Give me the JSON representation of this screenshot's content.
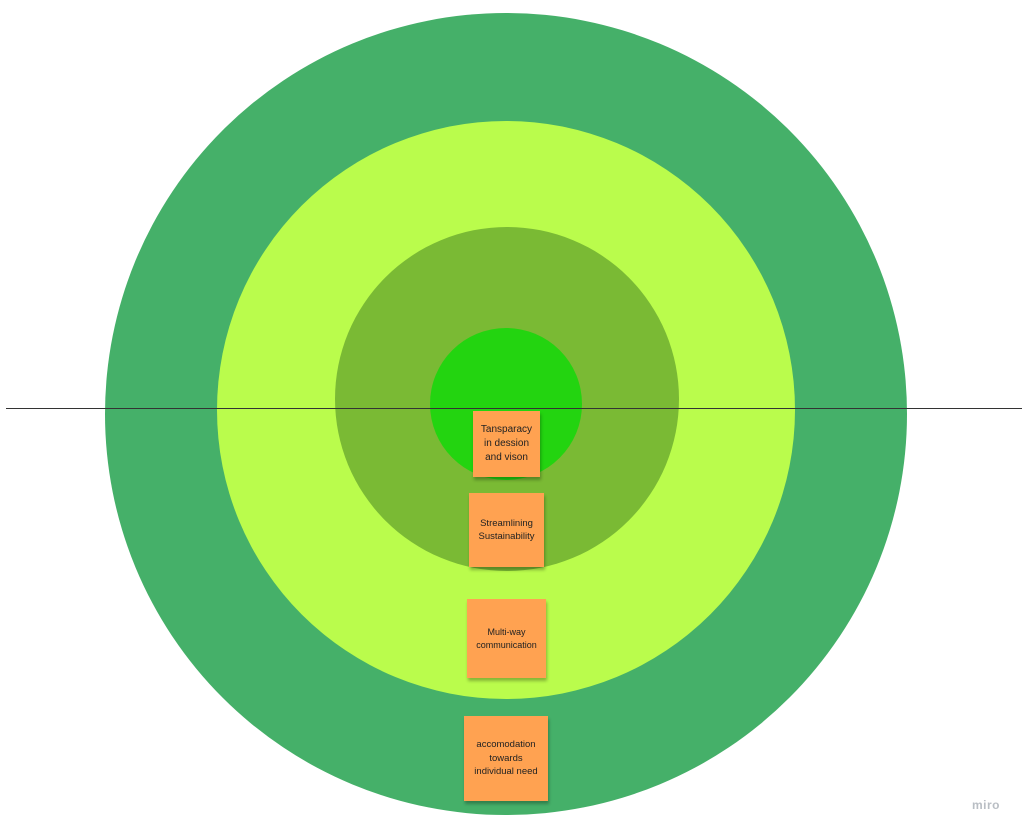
{
  "colors": {
    "ring_outer": "#45b069",
    "ring_second": "#bafc4c",
    "ring_third": "#7aba34",
    "ring_core": "#23d410",
    "sticky_note": "#ffa251",
    "divider": "#333333",
    "watermark": "#b9bec4"
  },
  "notes": [
    {
      "text": "Tansparacy in dession and vison"
    },
    {
      "text": "Streamlining Sustainability"
    },
    {
      "text": "Multi-way communication"
    },
    {
      "text": "accomodation towards individual need"
    }
  ],
  "watermark": "miro"
}
